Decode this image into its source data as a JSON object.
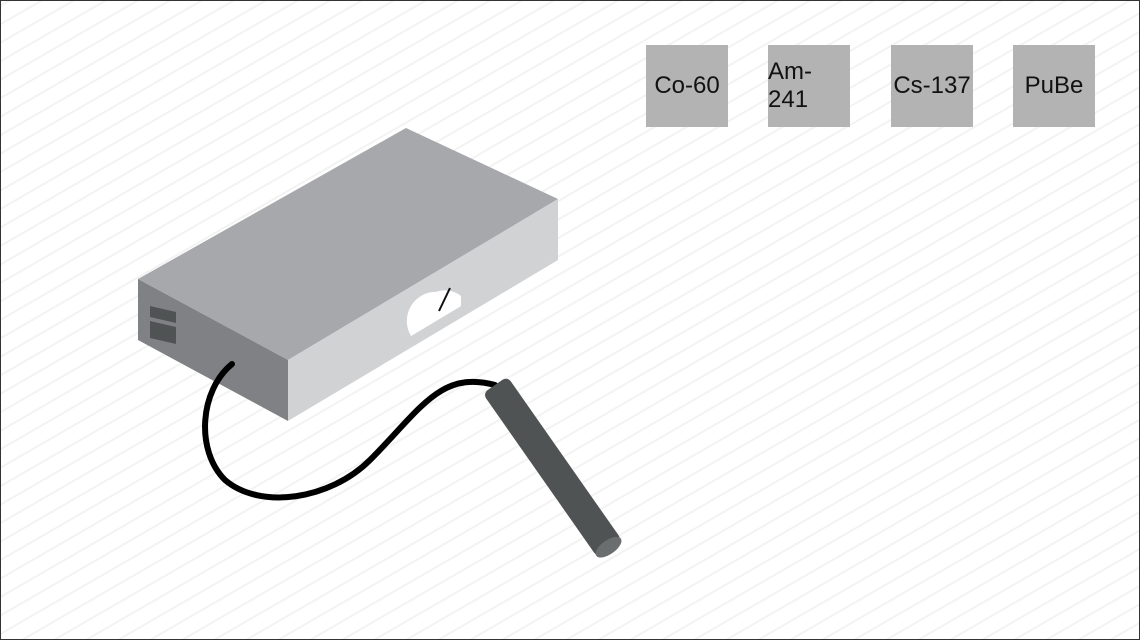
{
  "sources": [
    {
      "label": "Co-60"
    },
    {
      "label": "Am-241"
    },
    {
      "label": "Cs-137"
    },
    {
      "label": "PuBe"
    }
  ],
  "colors": {
    "button_bg": "#b3b3b3",
    "device_top": "#a7a8ab",
    "device_front": "#808184",
    "device_side": "#d1d2d4",
    "probe": "#505353"
  }
}
